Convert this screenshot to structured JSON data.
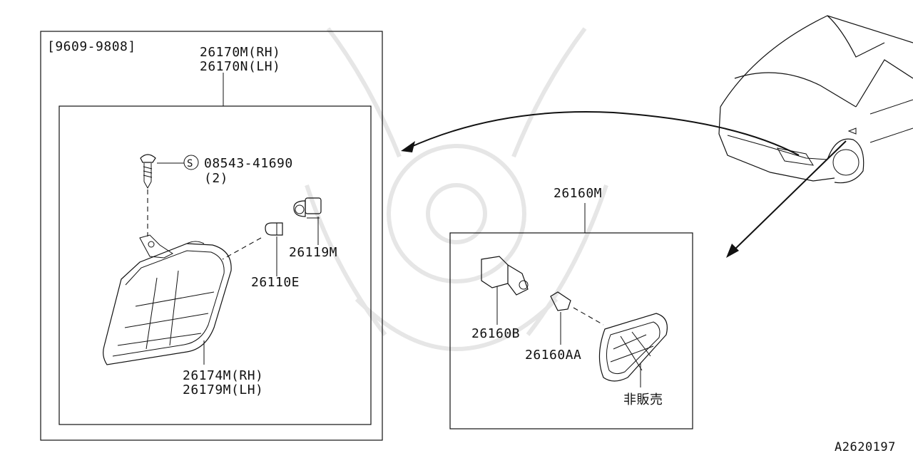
{
  "left_panel": {
    "date_range": "[9609-9808]",
    "assembly_part_rh": "26170M(RH)",
    "assembly_part_lh": "26170N(LH)",
    "screw_part": "08543-41690",
    "screw_qty": "(2)",
    "screw_symbol": "S",
    "bulb_socket_part": "26119M",
    "bulb_part": "26110E",
    "lens_part_rh": "26174M(RH)",
    "lens_part_lh": "26179M(LH)"
  },
  "right_panel": {
    "assembly_part": "26160M",
    "socket_part": "26160B",
    "bulb_part": "26160AA",
    "not_sold_note": "非販売"
  },
  "diagram_id": "A2620197"
}
